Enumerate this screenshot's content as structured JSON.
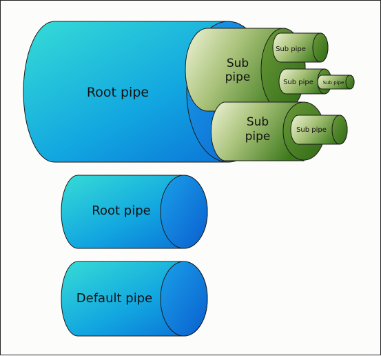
{
  "labels": {
    "root_pipe_main": "Root pipe",
    "sub_pipe_top_l1": "Sub",
    "sub_pipe_top_l2": "pipe",
    "sub_pipe_bottom_l1": "Sub",
    "sub_pipe_bottom_l2": "pipe",
    "sub_pipe_small_top": "Sub pipe",
    "sub_pipe_mid": "Sub pipe",
    "sub_pipe_tiny": "Sub pipe",
    "sub_pipe_small_bottom": "Sub pipe",
    "root_pipe_legend": "Root pipe",
    "default_pipe_legend": "Default pipe"
  },
  "colors": {
    "root_light": "#2fd6d8",
    "root_dark": "#0a6fd8",
    "sub_light": "#e6eec8",
    "sub_dark": "#3f7a1e",
    "outline": "#1a1a1a"
  }
}
